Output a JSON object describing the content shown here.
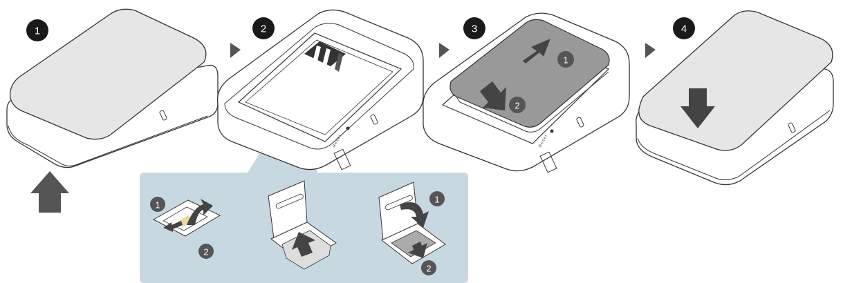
{
  "steps": [
    {
      "number": "1"
    },
    {
      "number": "2"
    },
    {
      "number": "3",
      "sub": [
        "1",
        "2"
      ]
    },
    {
      "number": "4"
    }
  ],
  "device": {
    "reset_label": "Reset"
  },
  "sim_panel": {
    "panels": [
      {
        "sub": [
          "1",
          "2"
        ]
      },
      {
        "sub": []
      },
      {
        "sub": [
          "1",
          "2"
        ]
      }
    ]
  },
  "colors": {
    "badge": "#1a1a1a",
    "subbadge": "#555555",
    "arrow": "#555555",
    "cover": "#e6e6e6",
    "outline": "#333333",
    "panel": "#c8d8e0"
  }
}
